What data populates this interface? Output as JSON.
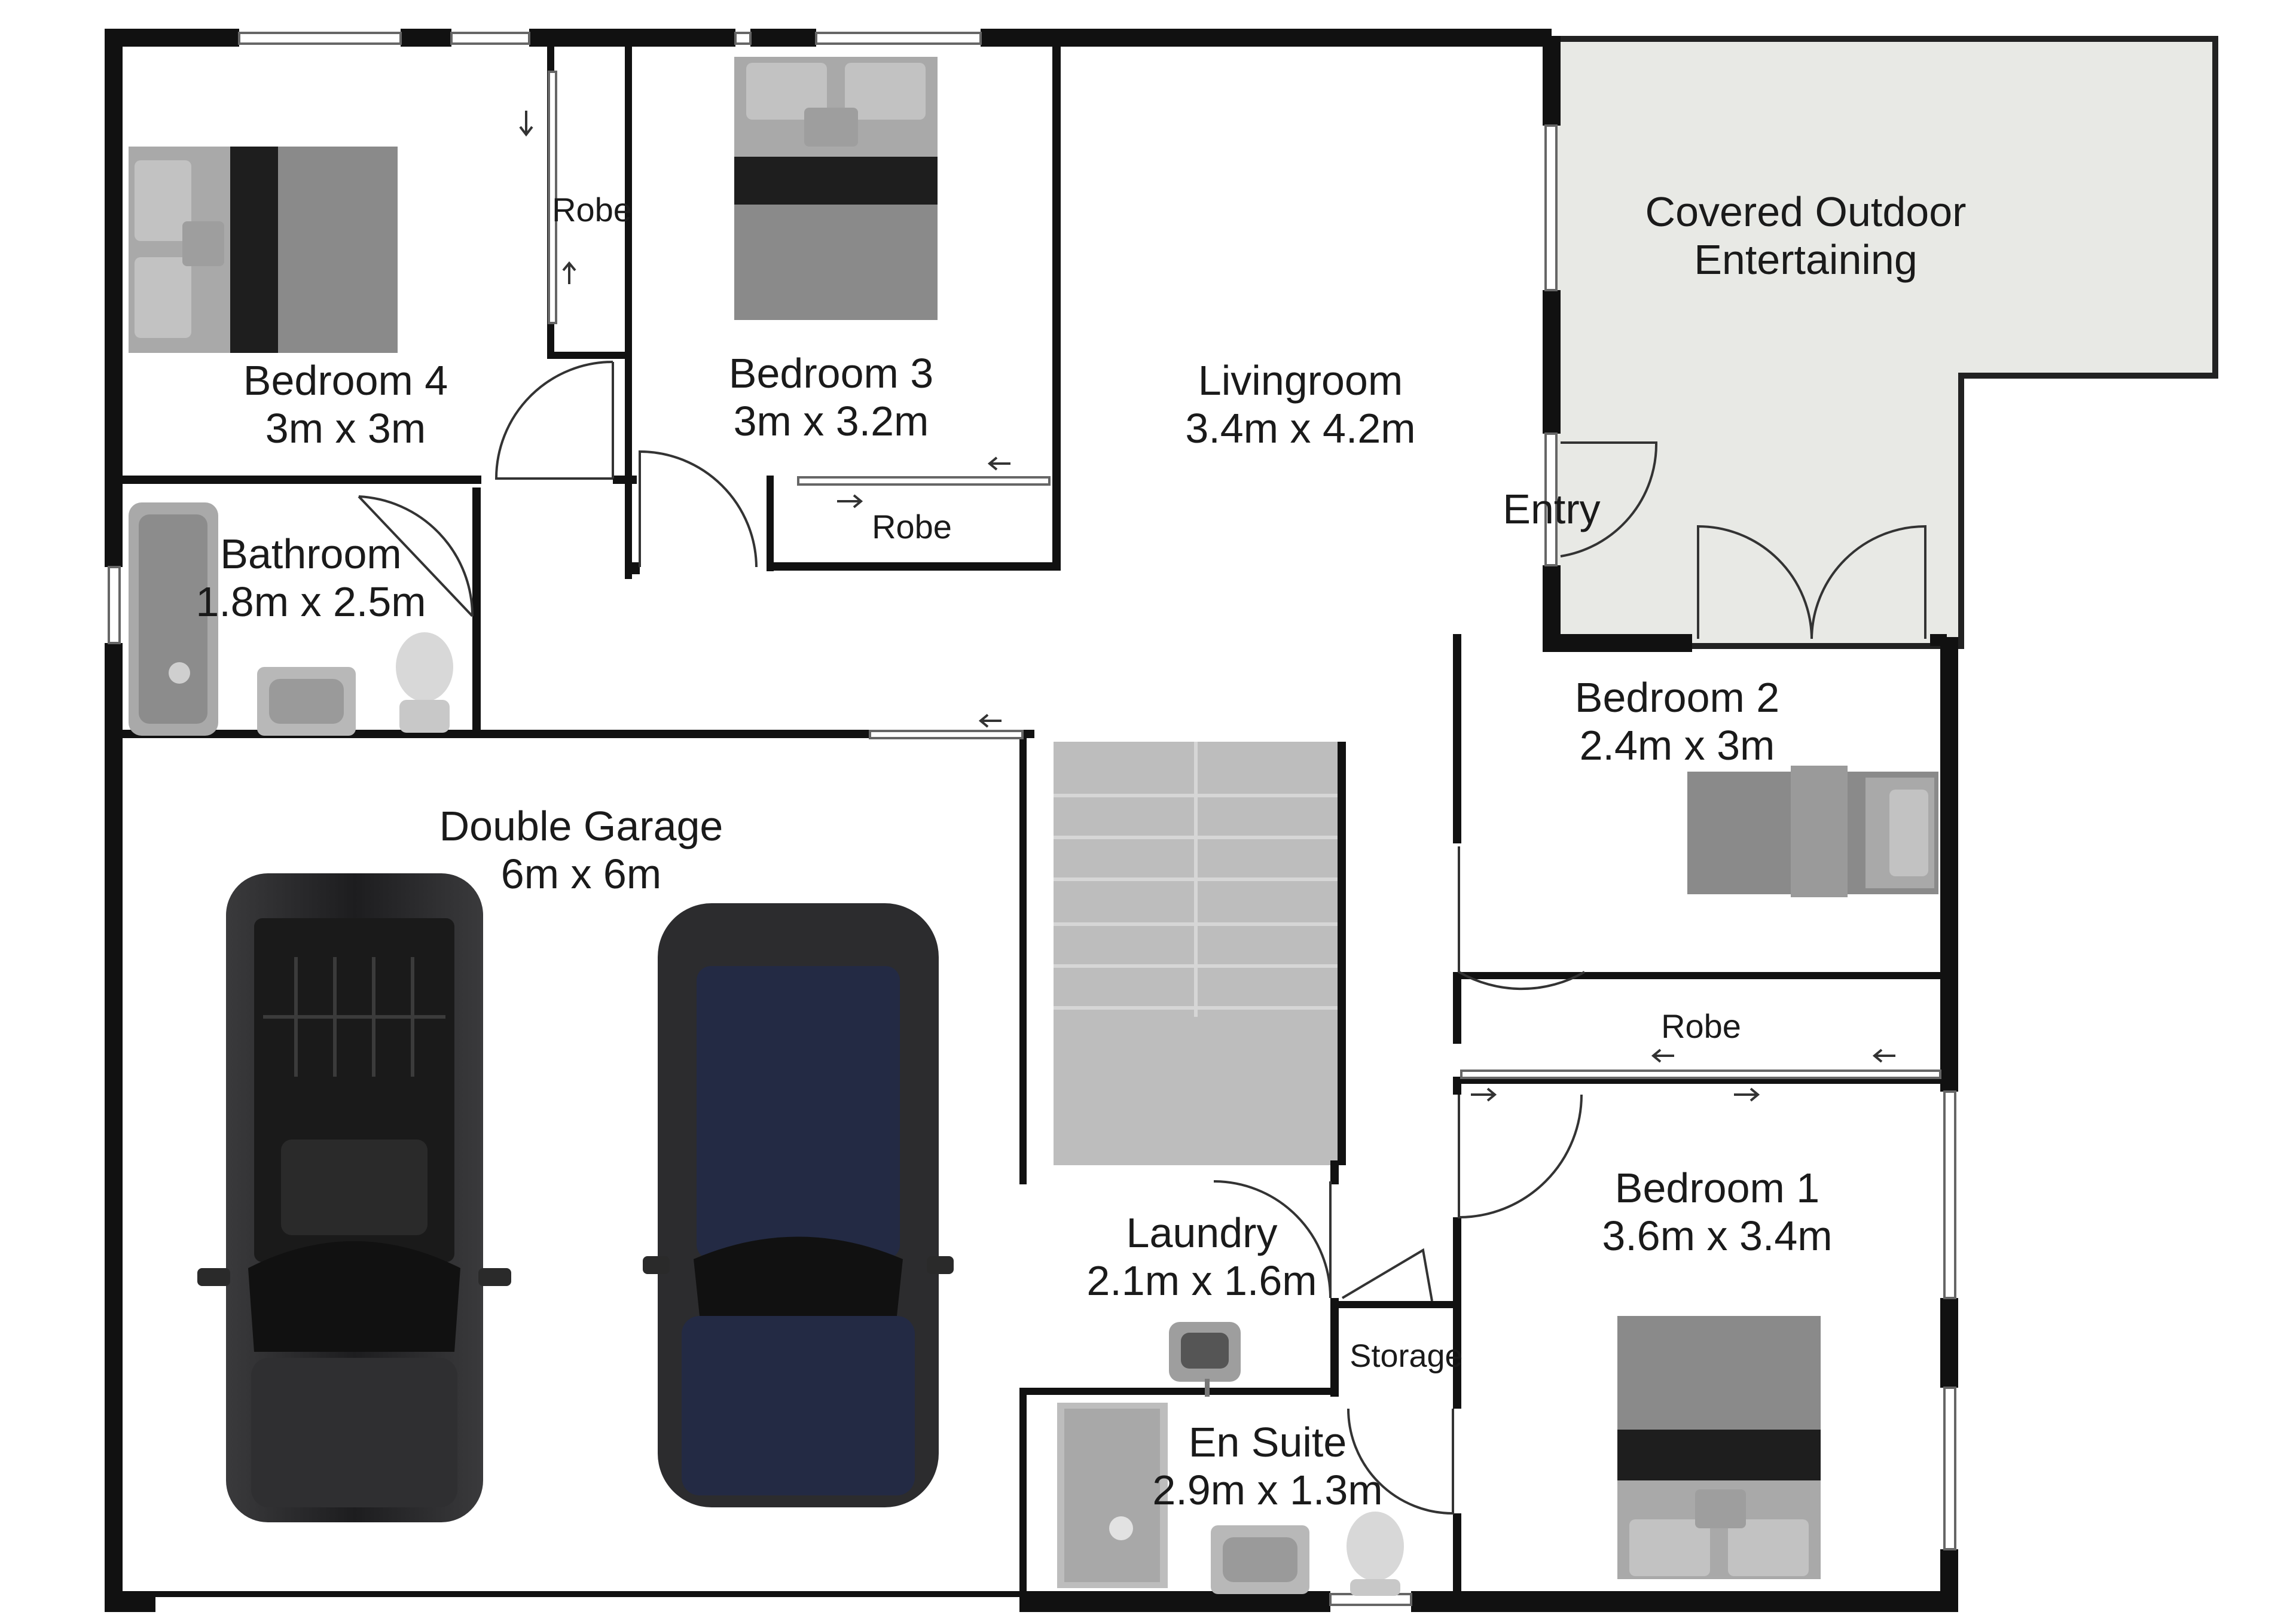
{
  "rooms": {
    "bedroom4": {
      "name": "Bedroom 4",
      "size": "3m x 3m"
    },
    "bedroom3": {
      "name": "Bedroom 3",
      "size": "3m x 3.2m"
    },
    "livingroom": {
      "name": "Livingroom",
      "size": "3.4m x 4.2m"
    },
    "outdoor": {
      "line1": "Covered Outdoor",
      "line2": "Entertaining"
    },
    "entry": {
      "name": "Entry"
    },
    "bathroom": {
      "name": "Bathroom",
      "size": "1.8m x 2.5m"
    },
    "bedroom2": {
      "name": "Bedroom 2",
      "size": "2.4m x 3m"
    },
    "garage": {
      "name": "Double Garage",
      "size": "6m x 6m"
    },
    "laundry": {
      "name": "Laundry",
      "size": "2.1m x 1.6m"
    },
    "storage": {
      "name": "Storage"
    },
    "ensuite": {
      "name": "En Suite",
      "size": "2.9m x 1.3m"
    },
    "bedroom1": {
      "name": "Bedroom 1",
      "size": "3.6m x 3.4m"
    }
  },
  "robes": {
    "robe_bed4": "Robe",
    "robe_bed3": "Robe",
    "robe_bed2": "Robe"
  },
  "colors": {
    "wall": "#111111",
    "outdoor_fill": "#e8e9e5",
    "furniture": "#8a8a8a",
    "furniture_dark": "#222222",
    "car_body": "#2c2c2e",
    "car_blue": "#232a44"
  },
  "icons": [
    "bed-icon",
    "car-icon",
    "toilet-icon",
    "bathtub-icon",
    "sink-icon",
    "shower-icon",
    "stairs-icon",
    "door-swing-icon",
    "window-icon"
  ]
}
